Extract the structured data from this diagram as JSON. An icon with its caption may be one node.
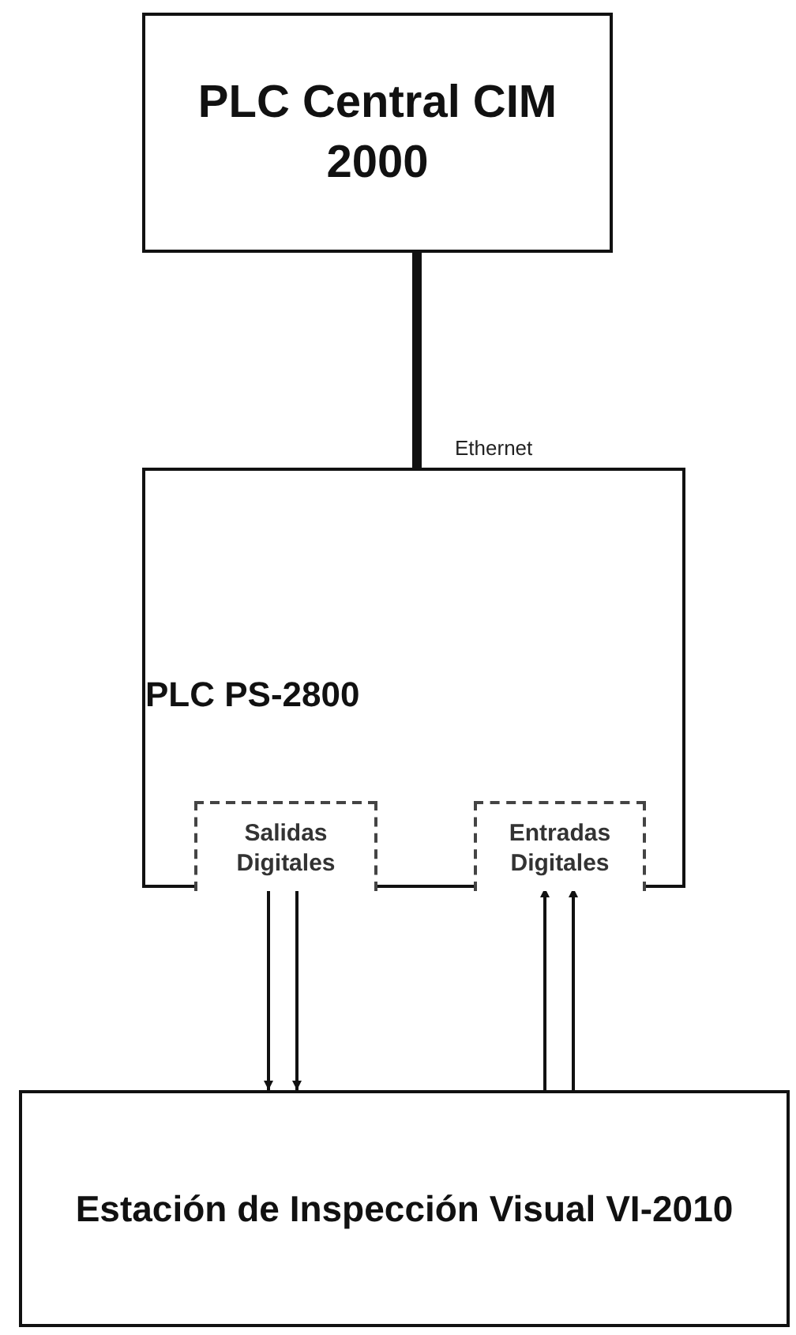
{
  "diagram": {
    "nodes": [
      {
        "text": [
          "PLC Central CIM 2000"
        ]
      },
      {
        "text": [
          "PLC PS-2800"
        ]
      },
      {
        "text": [
          "Salidas Digitales"
        ],
        "in": 1
      },
      {
        "text": [
          "Entradas Digitales"
        ],
        "in": 1
      },
      {
        "text": [
          "Estación de Inspección Visual VI-2010"
        ]
      }
    ],
    "edges": [
      {
        "from": 0,
        "to": 1,
        "arrow": "none",
        "label": "Ethernet",
        "style": "thick"
      },
      {
        "from": 2,
        "to": 4,
        "arrow": "to"
      },
      {
        "from": 2,
        "to": 4,
        "arrow": "to"
      },
      {
        "from": 4,
        "to": 3,
        "arrow": "to"
      },
      {
        "from": 4,
        "to": 3,
        "arrow": "to"
      }
    ]
  }
}
